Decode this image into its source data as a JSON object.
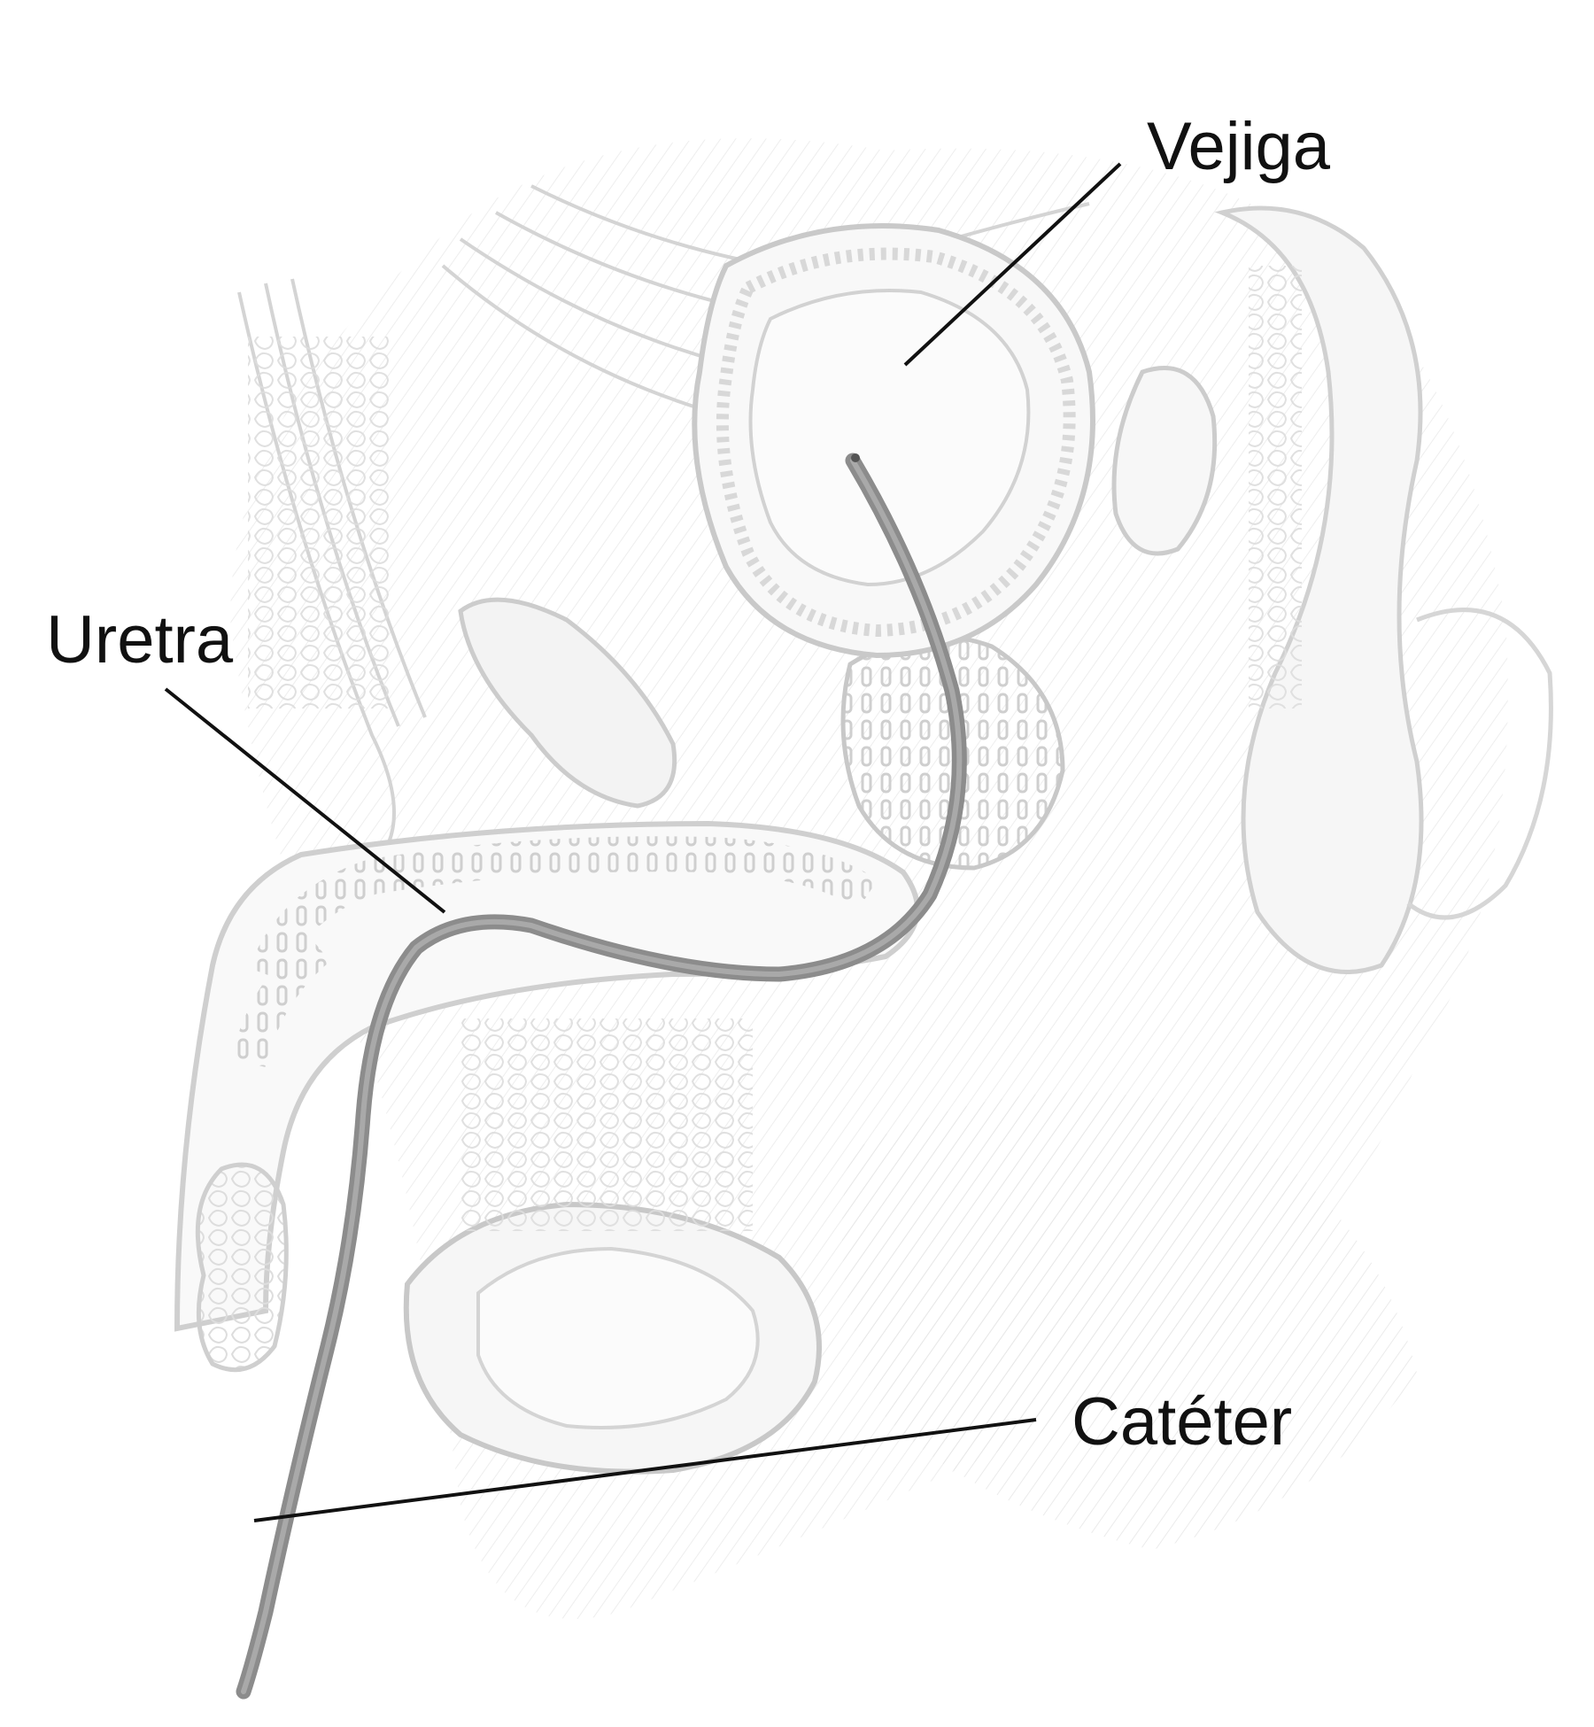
{
  "labels": {
    "bladder": "Vejiga",
    "urethra": "Uretra",
    "catheter": "Catéter"
  },
  "colors": {
    "background": "#ffffff",
    "anatomy_outline": "#d2d2d2",
    "anatomy_shade": "#ececec",
    "catheter": "#8c8c8c",
    "leader_line": "#111111",
    "label_text": "#111111"
  },
  "icons": {
    "bladder": "bladder-illustration",
    "catheter": "catheter-tube"
  }
}
